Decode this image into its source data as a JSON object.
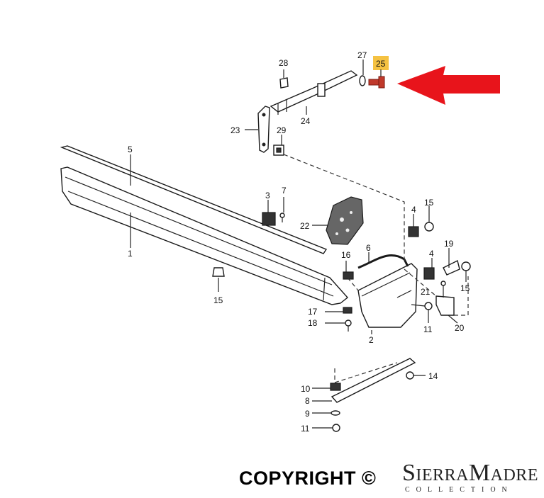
{
  "callouts": {
    "n1": "1",
    "n2": "2",
    "n3": "3",
    "n4a": "4",
    "n4b": "4",
    "n5": "5",
    "n6": "6",
    "n7": "7",
    "n8": "8",
    "n9": "9",
    "n10": "10",
    "n11a": "11",
    "n11b": "11",
    "n14": "14",
    "n15a": "15",
    "n15b": "15",
    "n15c": "15",
    "n16": "16",
    "n17": "17",
    "n18": "18",
    "n19": "19",
    "n20": "20",
    "n21": "21",
    "n22": "22",
    "n23": "23",
    "n24": "24",
    "n25": "25",
    "n27": "27",
    "n28": "28",
    "n29": "29"
  },
  "highlight": {
    "part": "25",
    "color": "#f5c242"
  },
  "arrow": {
    "color": "#e8141b"
  },
  "footer": {
    "copyright": "COPYRIGHT ©",
    "brand_name": "SierraMadre",
    "brand_sub": "COLLECTION"
  }
}
